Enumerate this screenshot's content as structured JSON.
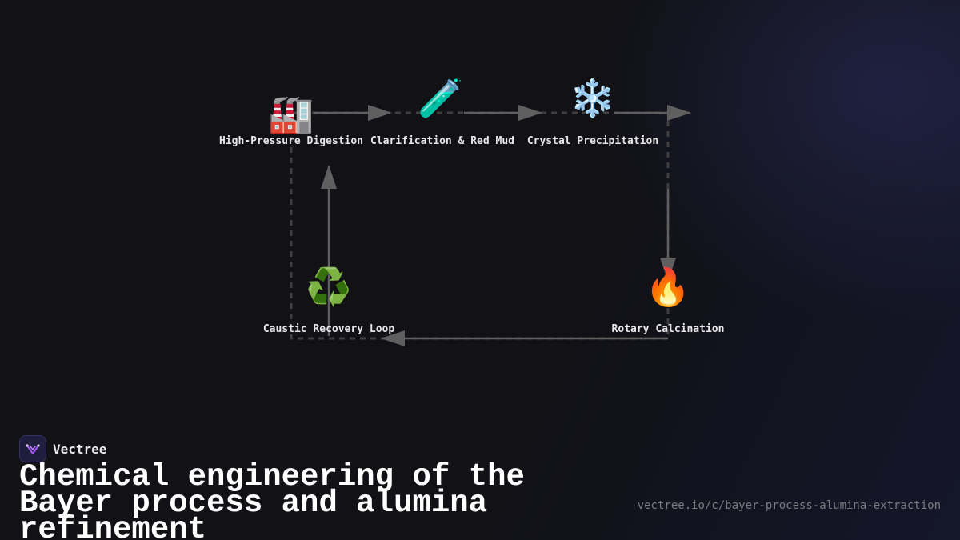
{
  "diagram": {
    "nodes": [
      {
        "id": "digestion",
        "icon": "factory-icon",
        "glyph": "🏭",
        "label": "High-Pressure Digestion"
      },
      {
        "id": "clarification",
        "icon": "test-tube-icon",
        "glyph": "🧪",
        "label": "Clarification & Red Mud"
      },
      {
        "id": "precipitation",
        "icon": "snowflake-icon",
        "glyph": "❄️",
        "label": "Crystal Precipitation"
      },
      {
        "id": "calcination",
        "icon": "fire-icon",
        "glyph": "🔥",
        "label": "Rotary Calcination"
      },
      {
        "id": "recovery",
        "icon": "recycle-icon",
        "glyph": "♻️",
        "label": "Caustic Recovery Loop"
      }
    ],
    "edges": [
      {
        "from": "digestion",
        "to": "clarification"
      },
      {
        "from": "clarification",
        "to": "precipitation"
      },
      {
        "from": "precipitation",
        "to": "calcination"
      },
      {
        "from": "calcination",
        "to": "recovery"
      },
      {
        "from": "recovery",
        "to": "digestion"
      }
    ],
    "colors": {
      "edge": "#5f5f5f",
      "dashed": "#3f3f3f",
      "label": "#e6e6e6"
    }
  },
  "brand": {
    "name": "Vectree",
    "logo_icon": "vectree-logo-icon"
  },
  "title": "Chemical engineering of the Bayer process and alumina refinement",
  "url": "vectree.io/c/bayer-process-alumina-extraction"
}
